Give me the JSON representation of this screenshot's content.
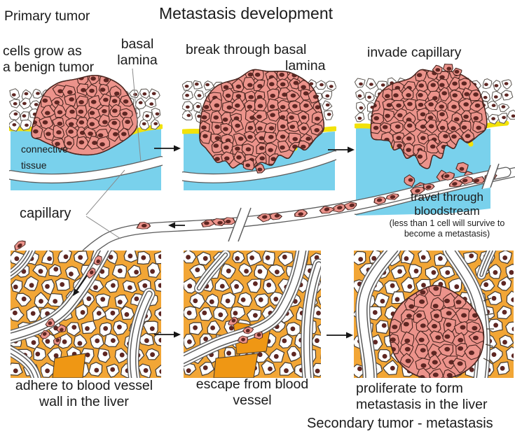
{
  "title": "Metastasis development",
  "labels": {
    "primary_tumor": "Primary tumor",
    "secondary_tumor": "Secondary tumor - metastasis",
    "step1_line1": "cells grow as",
    "step1_line2": "a benign tumor",
    "basal_line1": "basal",
    "basal_line2": "lamina",
    "step2_line1": "break through basal",
    "step2_line2": "lamina",
    "step3": "invade capillary",
    "capillary": "capillary",
    "connective_line1": "connective",
    "connective_line2": "tissue",
    "travel_line1": "travel through",
    "travel_line2": "bloodstream",
    "travel_note1": "(less than 1 cell will survive to",
    "travel_note2": "become a metastasis)",
    "step4_line1": "adhere to blood vessel",
    "step4_line2": "wall in the liver",
    "step5_line1": "escape from blood",
    "step5_line2": "vessel",
    "step6_line1": "proliferate to form",
    "step6_line2": "metastasis in the liver"
  },
  "colors": {
    "background": "#ffffff",
    "tumor_fill": "#ec938b",
    "tumor_stroke": "#4a2620",
    "nucleus": "#5e2622",
    "epithelium_fill": "#ffffff",
    "epithelium_stroke": "#5a554f",
    "basal_lamina": "#f2e20a",
    "connective_tissue": "#79d1ec",
    "liver_matrix": "#f2a636",
    "liver_matrix_deep": "#ef9714",
    "liver_cell_fill": "#ffffff",
    "liver_cell_stroke": "#453b30",
    "vessel_wall": "#5c5c5c",
    "arrow": "#151515",
    "pointer_line": "#8a8a8a",
    "text": "#1b1b1b"
  }
}
